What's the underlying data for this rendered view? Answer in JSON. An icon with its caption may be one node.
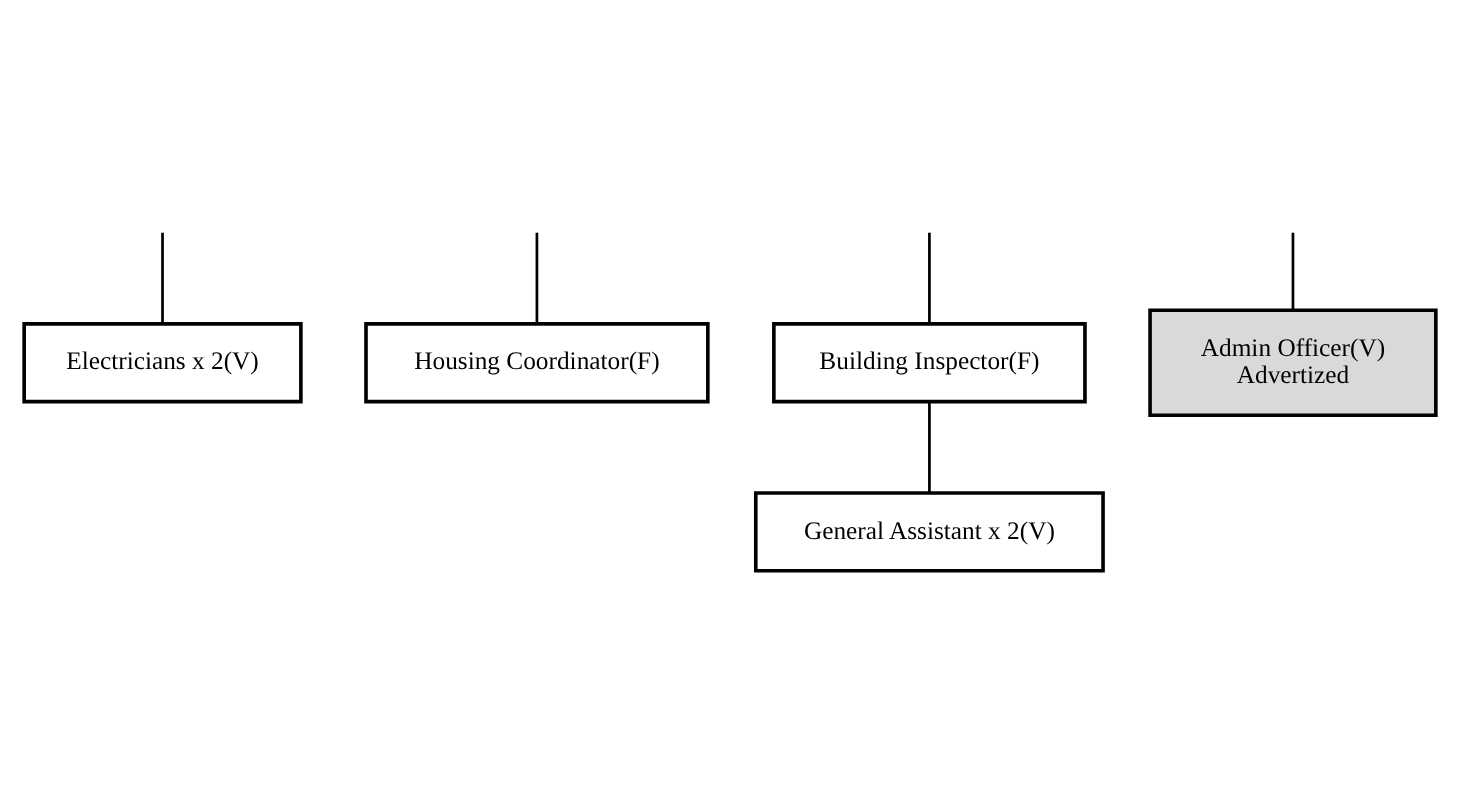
{
  "diagram": {
    "nodes": [
      {
        "text": [
          "Electricians x 2(V)"
        ]
      },
      {
        "text": [
          "Housing Coordinator(F)"
        ]
      },
      {
        "text": [
          "Building Inspector(F)"
        ]
      },
      {
        "text": [
          "Admin Officer(V)",
          "Advertized"
        ]
      },
      {
        "text": [
          "General Assistant x 2(V)"
        ]
      }
    ],
    "edges": [
      {
        "from": null,
        "to": 2,
        "arrow": "none"
      },
      {
        "from": null,
        "to": 0,
        "arrow": "none"
      },
      {
        "from": null,
        "to": 3,
        "arrow": "none"
      },
      {
        "from": null,
        "to": 1,
        "arrow": "none"
      },
      {
        "from": 2,
        "to": 4,
        "arrow": "none"
      }
    ]
  }
}
